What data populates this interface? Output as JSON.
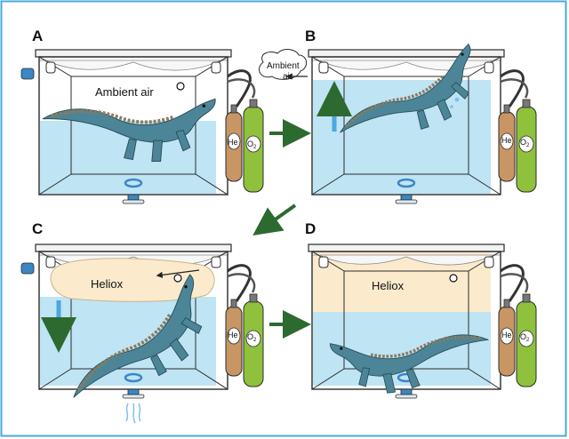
{
  "figure": {
    "panels": [
      {
        "id": "A",
        "letter": "A",
        "gas_label": "Ambient air"
      },
      {
        "id": "B",
        "letter": "B",
        "outlet_label_line1": "Ambient",
        "outlet_label_line2": "air"
      },
      {
        "id": "C",
        "letter": "C",
        "gas_label": "Heliox"
      },
      {
        "id": "D",
        "letter": "D",
        "gas_label": "Heliox"
      }
    ],
    "cylinders": {
      "helium": "He",
      "oxygen": "O",
      "oxygen_subscript": "2"
    },
    "colors": {
      "frame_border": "#4aa8d8",
      "water": "#bfe4f4",
      "heliox": "#fbebcc",
      "tank_line": "#2b2b2b",
      "alligator": "#4c8597",
      "alligator_back": "#8b7a5c",
      "he_cylinder": "#c89564",
      "o2_cylinder": "#8fc13c",
      "arrow_green": "#2d6a30",
      "arrow_blue": "#4aa8e0",
      "port_blue": "#3c86c4"
    }
  }
}
